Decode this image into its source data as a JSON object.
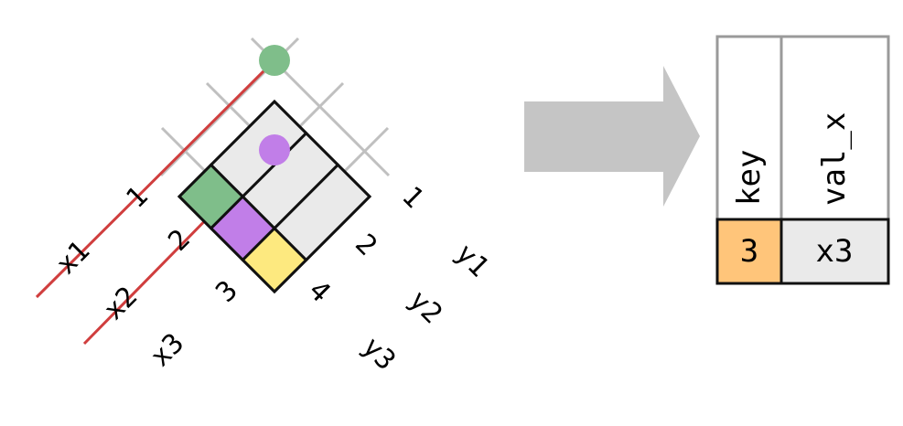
{
  "colors": {
    "key1": "#7fbe8a",
    "key2": "#c17ee8",
    "key3": "#ffc57a",
    "key4": "#fde97f",
    "value_cell": "#eaeaea",
    "grid_line": "#c0c0c0",
    "match_line": "#d03e3e",
    "arrow": "#c5c5c5",
    "outline": "#111111"
  },
  "left_table": {
    "rows": [
      {
        "key": "1",
        "value": "x1"
      },
      {
        "key": "2",
        "value": "x2"
      },
      {
        "key": "3",
        "value": "x3"
      }
    ]
  },
  "right_table": {
    "rows": [
      {
        "key": "1",
        "value": "y1"
      },
      {
        "key": "2",
        "value": "y2"
      },
      {
        "key": "4",
        "value": "y3"
      }
    ]
  },
  "result_table": {
    "headers": [
      "key",
      "val_x"
    ],
    "rows": [
      {
        "key": "3",
        "val_x": "x3"
      }
    ]
  },
  "arrow_icon": "right-arrow-icon"
}
